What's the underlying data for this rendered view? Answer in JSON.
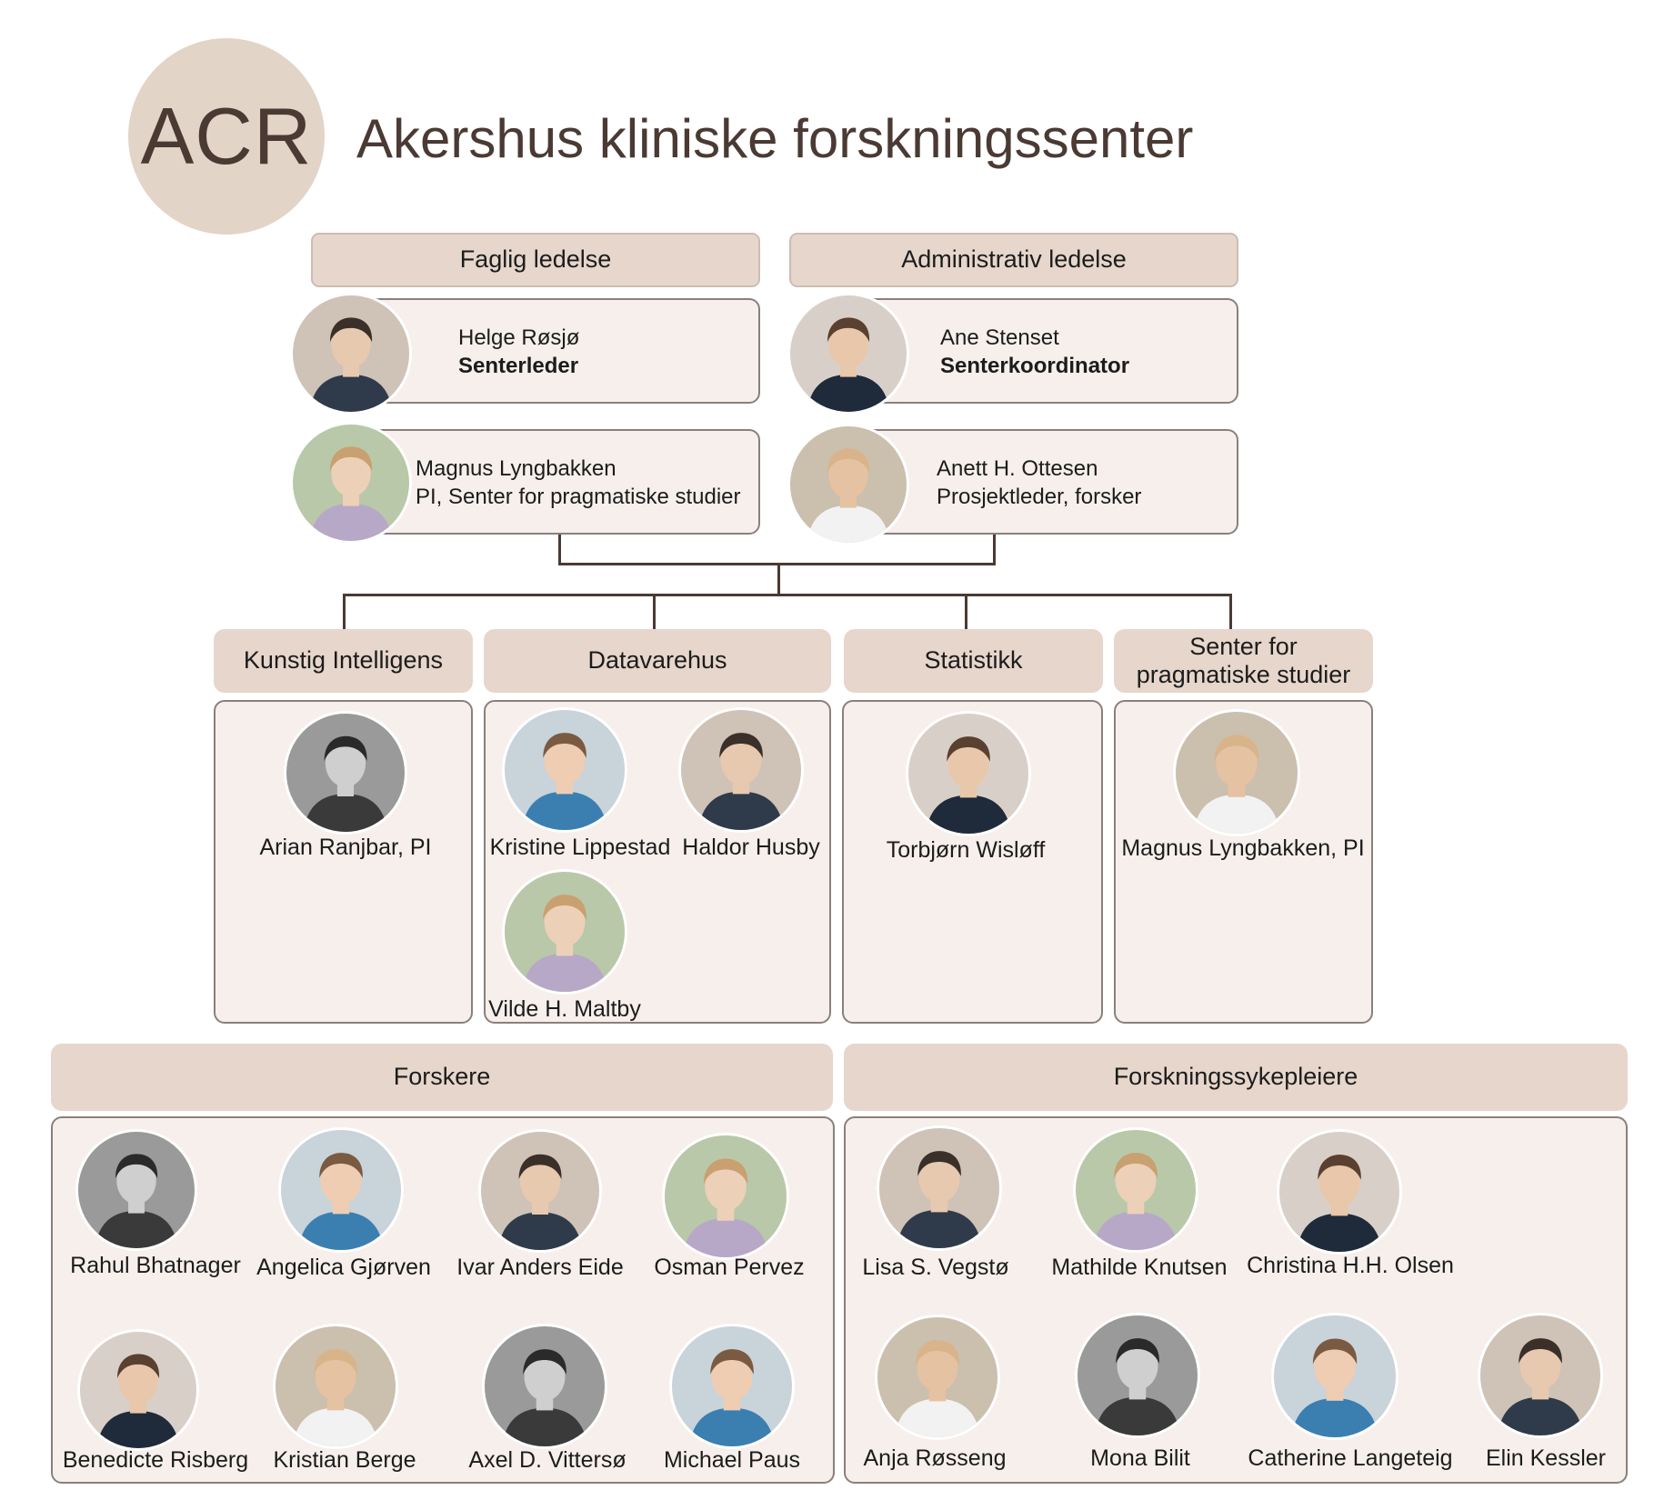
{
  "logo": {
    "text": "ACR"
  },
  "title": "Akershus kliniske forskningssenter",
  "leadership": {
    "faglig": {
      "label": "Faglig ledelse",
      "people": [
        {
          "name": "Helge Røsjø",
          "role": "Senterleder",
          "role_bold": true
        },
        {
          "name": "Magnus Lyngbakken",
          "role": "PI, Senter for pragmatiske studier",
          "role_bold": false
        }
      ]
    },
    "administrativ": {
      "label": "Administrativ ledelse",
      "people": [
        {
          "name": "Ane Stenset",
          "role": "Senterkoordinator",
          "role_bold": true
        },
        {
          "name": "Anett H. Ottesen",
          "role": "Prosjektleder, forsker",
          "role_bold": false
        }
      ]
    }
  },
  "departments": [
    {
      "label": "Kunstig Intelligens",
      "members": [
        "Arian Ranjbar, PI"
      ]
    },
    {
      "label": "Datavarehus",
      "members": [
        "Kristine Lippestad",
        "Haldor Husby",
        "Vilde H. Maltby"
      ]
    },
    {
      "label": "Statistikk",
      "members": [
        "Torbjørn Wisløff"
      ]
    },
    {
      "label": "Senter for pragmatiske studier",
      "members": [
        "Magnus Lyngbakken, PI"
      ]
    }
  ],
  "groups": {
    "forskere": {
      "label": "Forskere",
      "members": [
        "Rahul Bhatnager",
        "Angelica Gjørven",
        "Ivar Anders Eide",
        "Osman Pervez",
        "Benedicte Risberg",
        "Kristian Berge",
        "Axel D. Vittersø",
        "Michael Paus"
      ]
    },
    "sykepleiere": {
      "label": "Forskningssykepleiere",
      "members": [
        "Lisa S. Vegstø",
        "Mathilde Knutsen",
        "Christina H.H. Olsen",
        "Anja Røsseng",
        "Mona Bilit",
        "Catherine Langeteig",
        "Elin Kessler"
      ]
    }
  },
  "colors": {
    "accent": "#e3d4c8",
    "header_fill": "#e6d6cb",
    "card_fill": "#f6efeb",
    "connector": "#4a3a33"
  },
  "icons": {
    "avatar": "person-photo-icon"
  }
}
